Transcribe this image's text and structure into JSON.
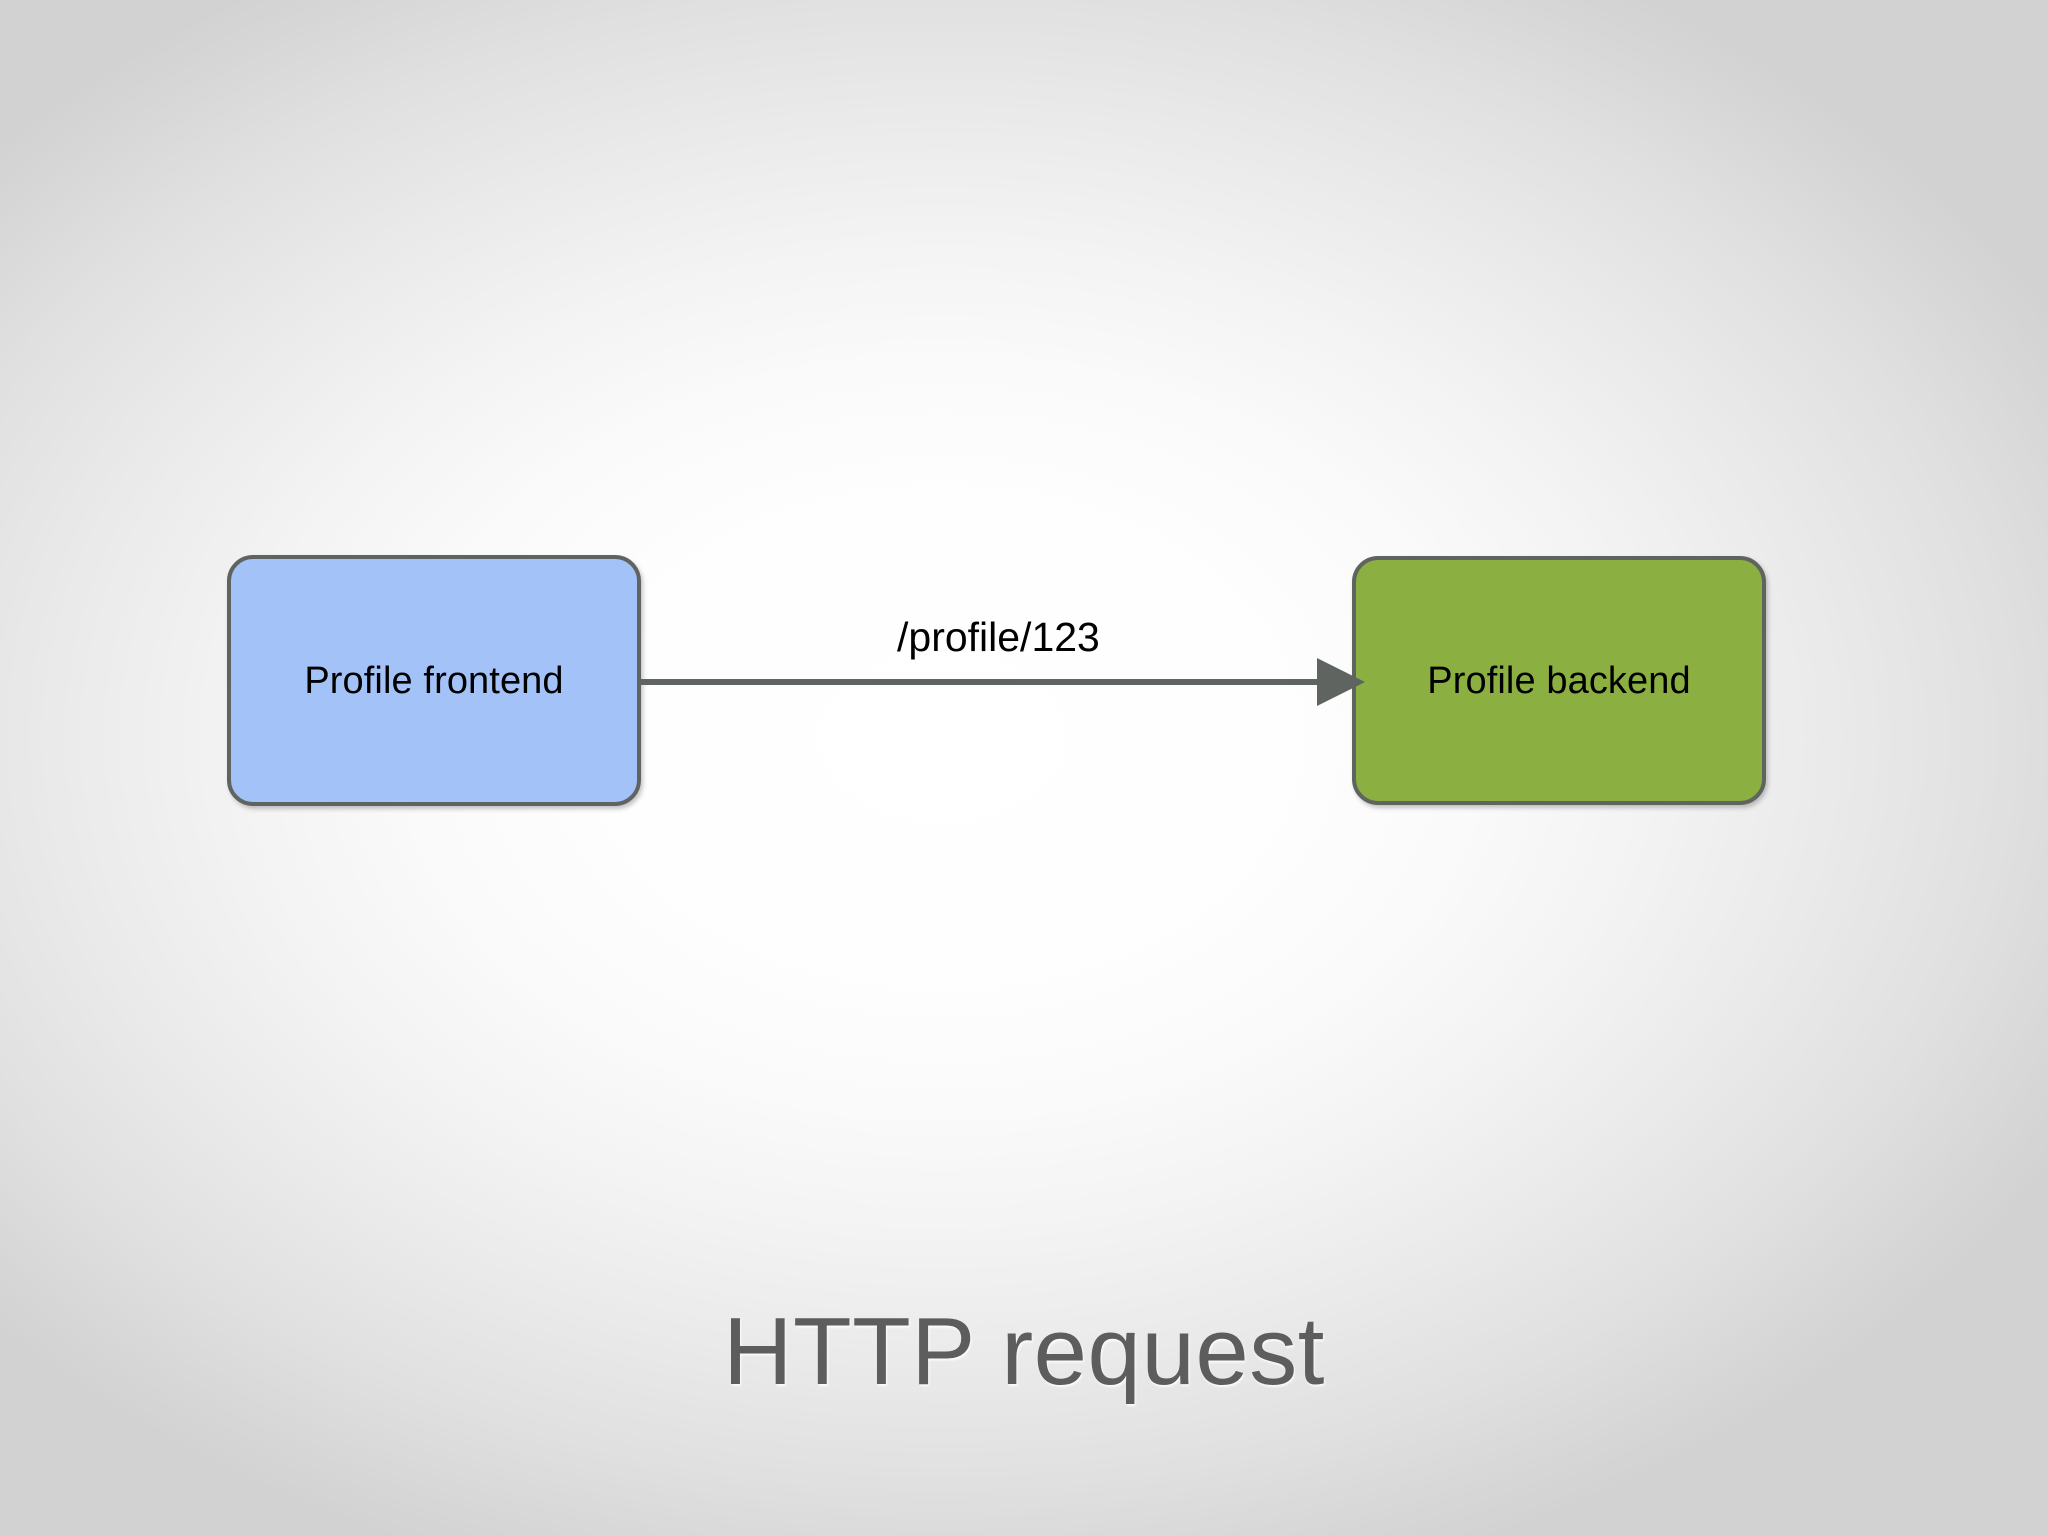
{
  "diagram": {
    "caption": "HTTP request",
    "background": {
      "center_color": "#ffffff",
      "edge_color": "#d2d2d2"
    },
    "nodes": [
      {
        "id": "frontend",
        "label": "Profile frontend",
        "fill": "#a3c2f7",
        "border": "#5f6461",
        "text_color": "#000000"
      },
      {
        "id": "backend",
        "label": "Profile backend",
        "fill": "#8caf42",
        "border": "#5f6461",
        "text_color": "#000000"
      }
    ],
    "edges": [
      {
        "id": "frontend-to-backend",
        "label": "/profile/123",
        "from": "frontend",
        "to": "backend",
        "color": "#5f6461",
        "arrowhead": "filled-triangle",
        "direction": "right"
      }
    ]
  }
}
